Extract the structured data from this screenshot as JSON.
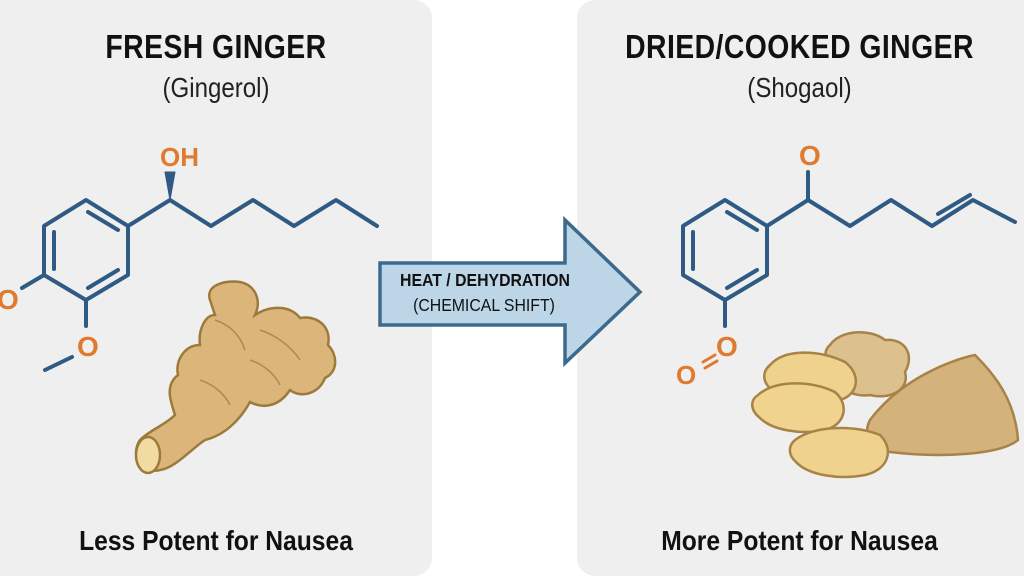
{
  "left": {
    "title": "FRESH GINGER",
    "subtitle": "(Gingerol)",
    "footer": "Less Potent for Nausea",
    "atoms": {
      "hydroxyl": "OH",
      "o1": "O",
      "o2": "O"
    }
  },
  "arrow": {
    "line1": "HEAT / DEHYDRATION",
    "line2": "(CHEMICAL SHIFT)"
  },
  "right": {
    "title": "DRIED/COOKED GINGER",
    "subtitle": "(Shogaol)",
    "footer": "More Potent for Nausea",
    "atoms": {
      "carbonyl": "O",
      "o1": "O",
      "o2": "O"
    }
  },
  "colors": {
    "bond": "#2f5a84",
    "atom": "#e07a2e",
    "arrow_fill": "#bcd6e8",
    "arrow_stroke": "#3d6a8c",
    "panel": "#efefef"
  }
}
